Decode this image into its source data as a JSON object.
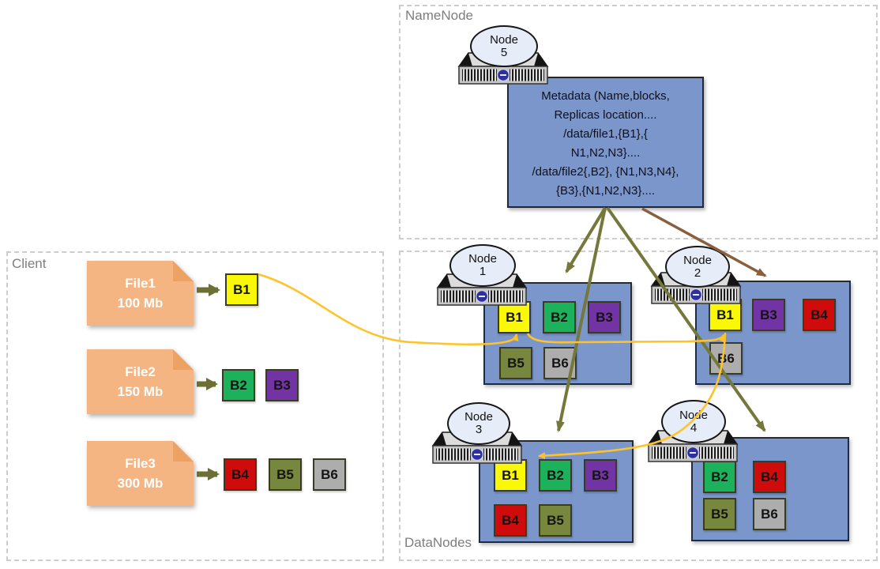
{
  "regions": {
    "namenode_label": "NameNode",
    "client_label": "Client",
    "datanodes_label": "DataNodes"
  },
  "namenode": {
    "node": {
      "label": "Node",
      "number": "5"
    },
    "metadata": {
      "lines": [
        "Metadata (Name,blocks,",
        "Replicas location....",
        "/data/file1,{B1},{",
        "N1,N2,N3}....",
        "/data/file2{,B2}, {N1,N3,N4},",
        "{B3},{N1,N2,N3}...."
      ]
    }
  },
  "client": {
    "files": [
      {
        "name": "File1",
        "size": "100 Mb",
        "blocks": [
          {
            "id": "B1",
            "color": "#f8f807"
          }
        ]
      },
      {
        "name": "File2",
        "size": "150 Mb",
        "blocks": [
          {
            "id": "B2",
            "color": "#1cb25b"
          },
          {
            "id": "B3",
            "color": "#7233a5"
          }
        ]
      },
      {
        "name": "File3",
        "size": "300 Mb",
        "blocks": [
          {
            "id": "B4",
            "color": "#d00b0b"
          },
          {
            "id": "B5",
            "color": "#77883e"
          },
          {
            "id": "B6",
            "color": "#adadad"
          }
        ]
      }
    ]
  },
  "datanodes": {
    "nodes": [
      {
        "label": "Node",
        "number": "1",
        "rows": [
          [
            {
              "id": "B1",
              "color": "#f8f807"
            },
            {
              "id": "B2",
              "color": "#1cb25b"
            },
            {
              "id": "B3",
              "color": "#7233a5"
            }
          ],
          [
            {
              "id": "B5",
              "color": "#77883e"
            },
            {
              "id": "B6",
              "color": "#adadad"
            }
          ]
        ]
      },
      {
        "label": "Node",
        "number": "2",
        "rows": [
          [
            {
              "id": "B1",
              "color": "#f8f807"
            },
            {
              "id": "B3",
              "color": "#7233a5"
            },
            {
              "id": "B4",
              "color": "#d00b0b"
            }
          ],
          [
            {
              "id": "B6",
              "color": "#adadad"
            }
          ]
        ]
      },
      {
        "label": "Node",
        "number": "3",
        "rows": [
          [
            {
              "id": "B1",
              "color": "#f8f807"
            },
            {
              "id": "B2",
              "color": "#1cb25b"
            },
            {
              "id": "B3",
              "color": "#7233a5"
            }
          ],
          [
            {
              "id": "B4",
              "color": "#d00b0b"
            },
            {
              "id": "B5",
              "color": "#77883e"
            }
          ]
        ]
      },
      {
        "label": "Node",
        "number": "4",
        "rows": [
          [
            {
              "id": "B2",
              "color": "#1cb25b"
            },
            {
              "id": "B4",
              "color": "#d00b0b"
            }
          ],
          [
            {
              "id": "B5",
              "color": "#77883e"
            },
            {
              "id": "B6",
              "color": "#adadad"
            }
          ]
        ]
      }
    ]
  },
  "colors": {
    "node_box_blue": "#7b96cb",
    "file_orange": "#f5b583",
    "pipeline_yellow": "#ffc328",
    "command_olive": "#75783b",
    "command_brown": "#8a5f3e",
    "region_dash_gray": "#cdcdcd"
  }
}
